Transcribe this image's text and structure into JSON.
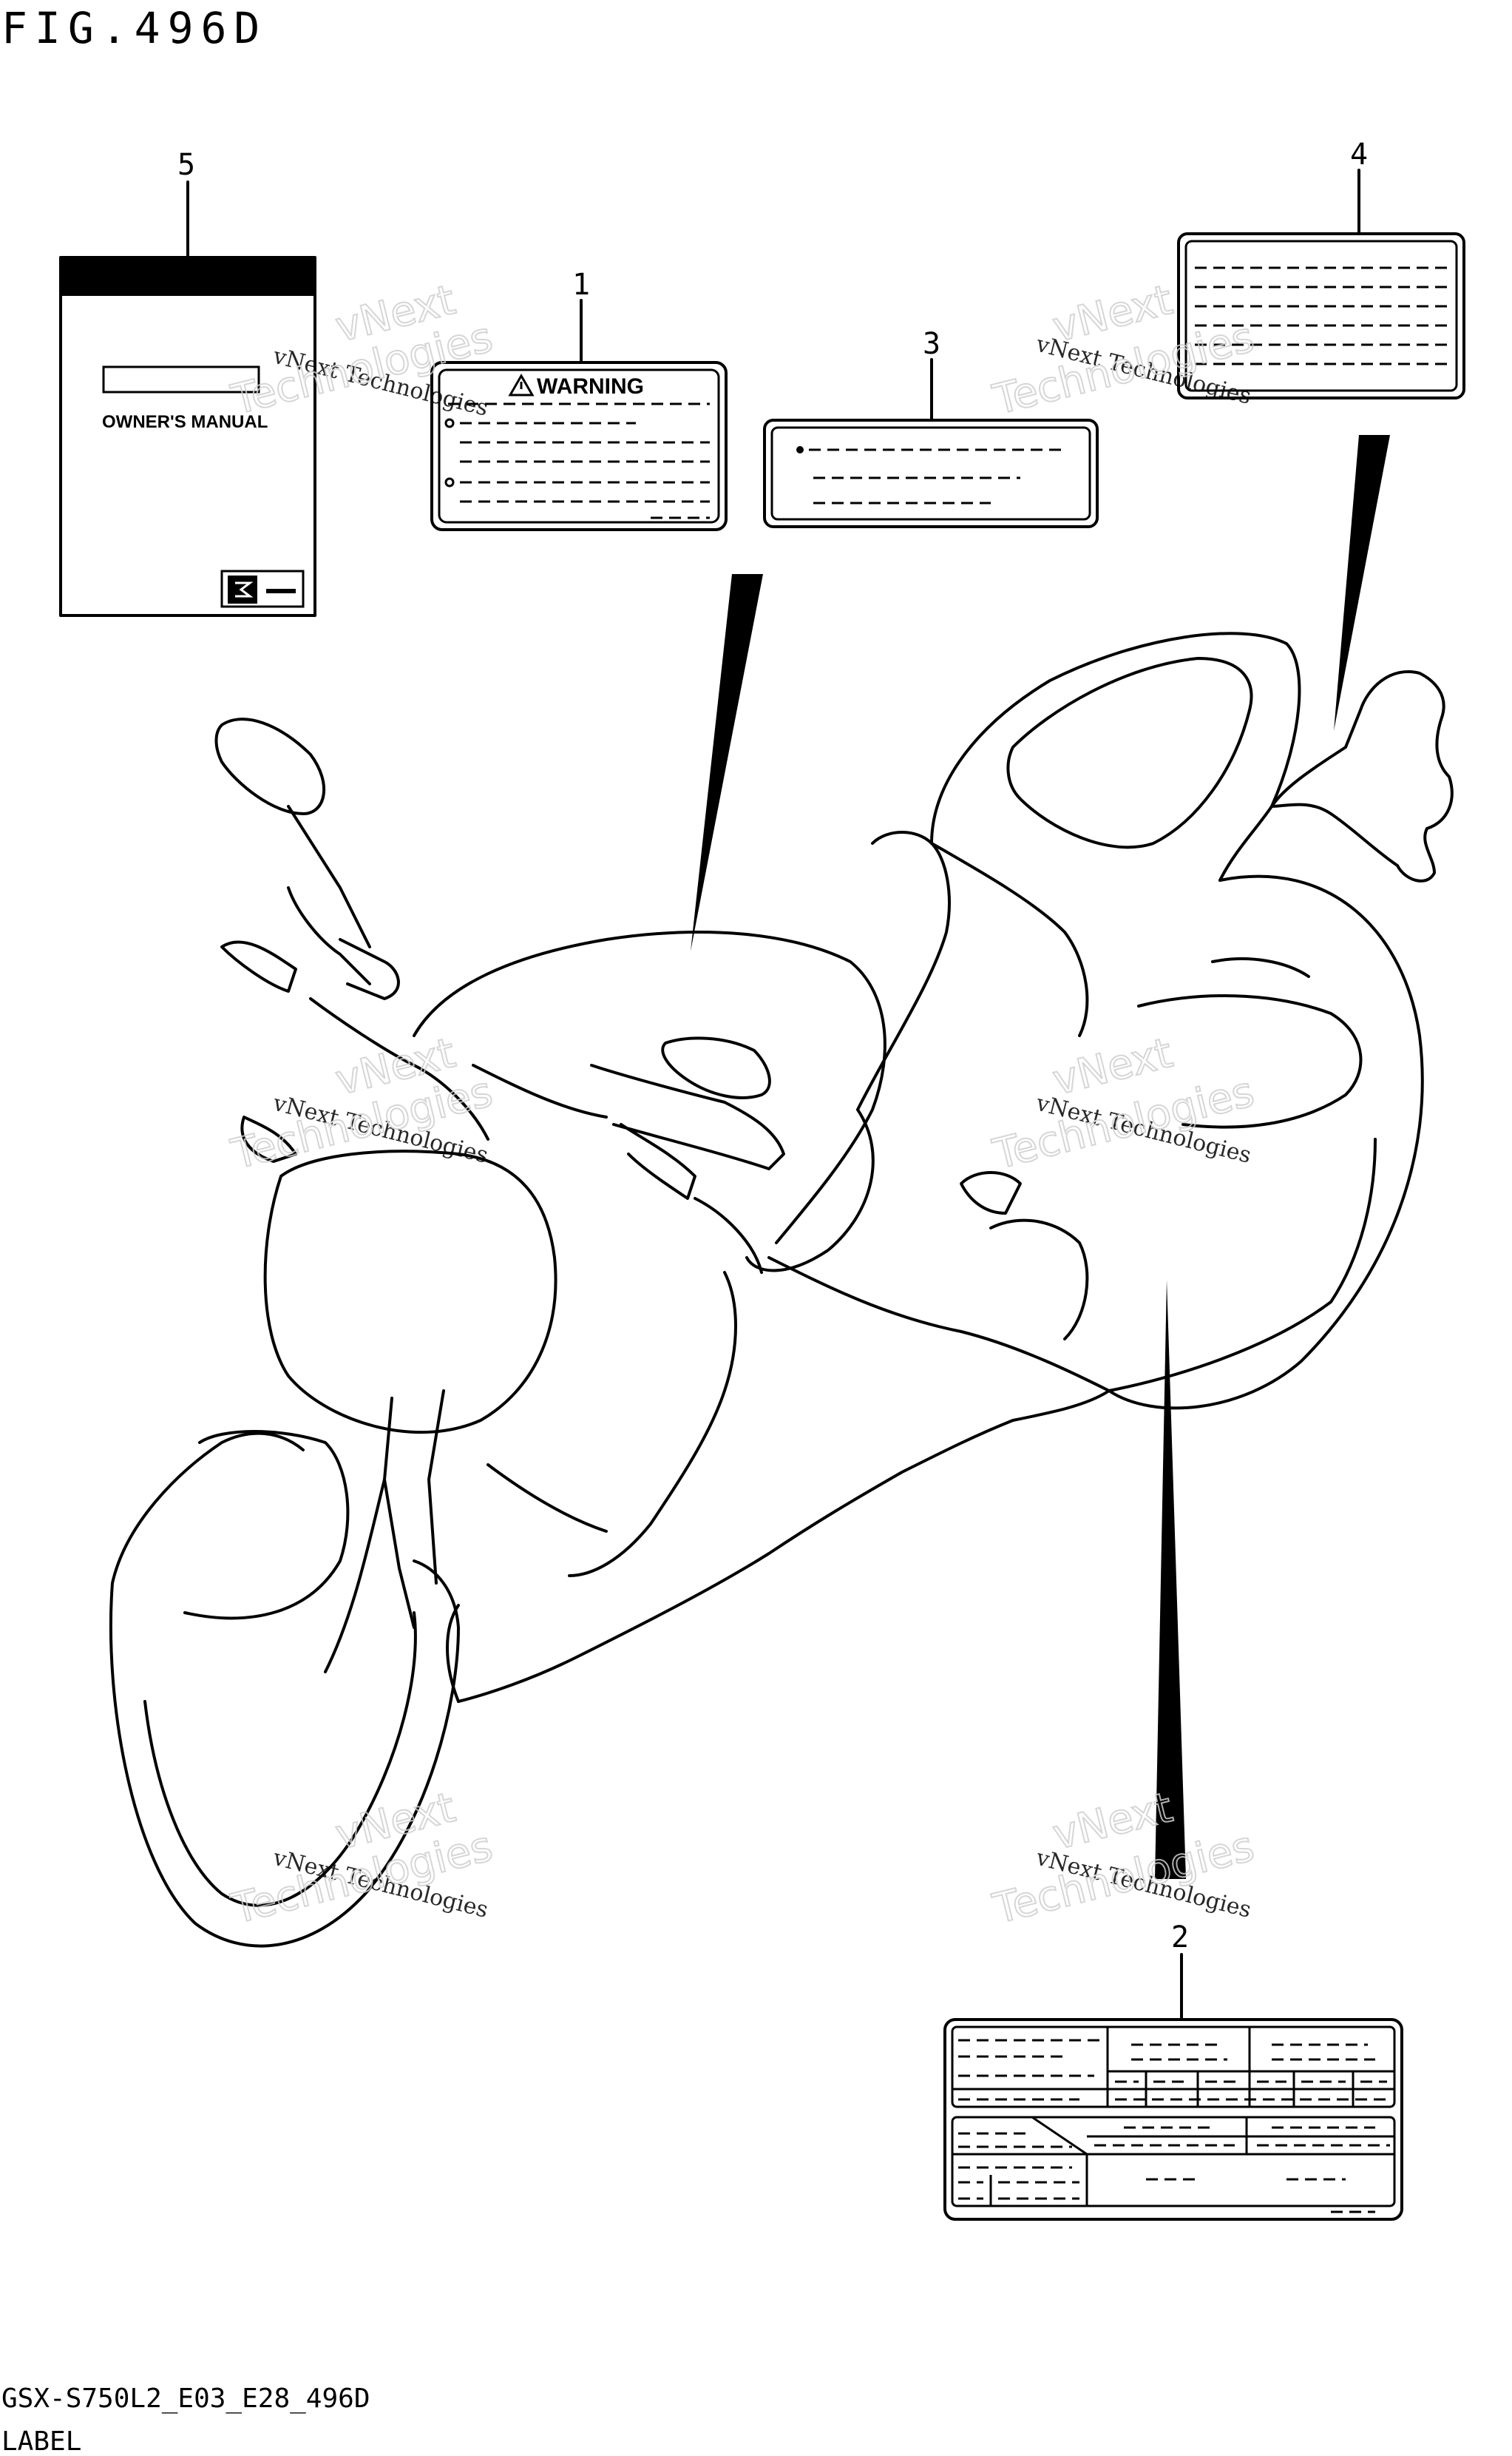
{
  "figure": {
    "title": "FIG.496D",
    "code": "GSX-S750L2_E03_E28_496D",
    "section": "LABEL"
  },
  "callouts": [
    {
      "id": "callout-5",
      "label": "5"
    },
    {
      "id": "callout-1",
      "label": "1"
    },
    {
      "id": "callout-3",
      "label": "3"
    },
    {
      "id": "callout-4",
      "label": "4"
    },
    {
      "id": "callout-2",
      "label": "2"
    }
  ],
  "parts": {
    "manual": {
      "title": "OWNER'S MANUAL",
      "brand_icon": "suzuki-s-icon"
    },
    "warning_label": {
      "title": "WARNING",
      "icon": "warning-triangle-icon"
    }
  },
  "watermark": {
    "line1": "vNext Technologies",
    "line2": "vNext",
    "line3": "Technologies"
  }
}
